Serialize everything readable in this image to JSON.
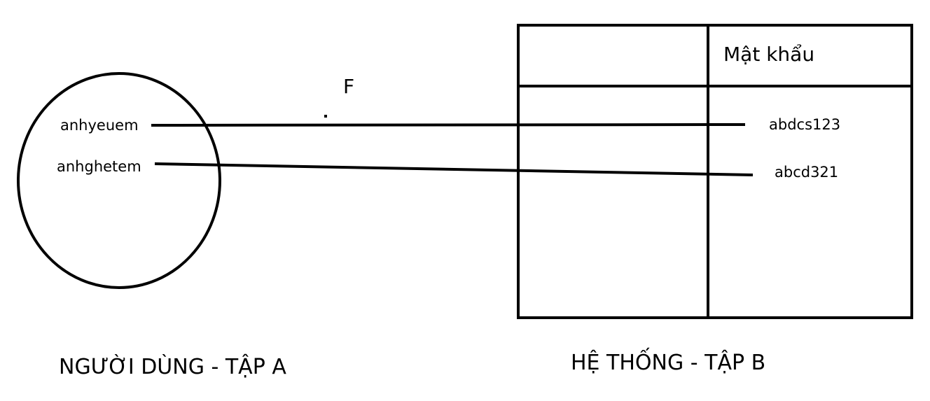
{
  "function_label": "F",
  "set_a": {
    "caption": "NGƯỜI DÙNG - TẬP A",
    "elements": [
      "anhyeuem",
      "anhghetem"
    ]
  },
  "set_b": {
    "caption": "HỆ THỐNG - TẬP B",
    "column_header": "Mật khẩu",
    "elements": [
      "abdcs123",
      "abcd321"
    ]
  },
  "colors": {
    "stroke": "#000000",
    "background": "#ffffff"
  }
}
